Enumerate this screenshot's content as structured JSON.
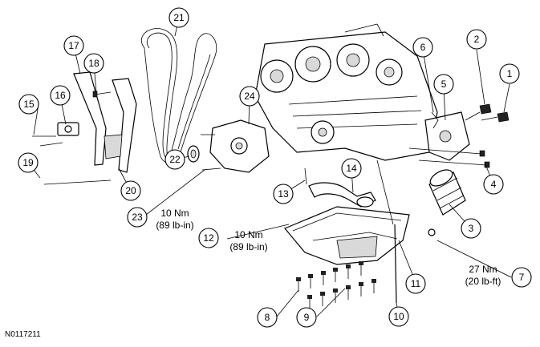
{
  "figure_id": "N0117211",
  "callouts": [
    {
      "number": "1"
    },
    {
      "number": "2"
    },
    {
      "number": "3"
    },
    {
      "number": "4"
    },
    {
      "number": "5"
    },
    {
      "number": "6"
    },
    {
      "number": "7"
    },
    {
      "number": "8"
    },
    {
      "number": "9"
    },
    {
      "number": "10"
    },
    {
      "number": "11"
    },
    {
      "number": "12"
    },
    {
      "number": "13"
    },
    {
      "number": "14"
    },
    {
      "number": "15"
    },
    {
      "number": "16"
    },
    {
      "number": "17"
    },
    {
      "number": "18"
    },
    {
      "number": "19"
    },
    {
      "number": "20"
    },
    {
      "number": "21"
    },
    {
      "number": "22"
    },
    {
      "number": "23"
    },
    {
      "number": "24"
    }
  ],
  "torque_specs": {
    "spec_23": {
      "line1": "10 Nm",
      "line2": "(89 lb-in)"
    },
    "spec_12": {
      "line1": "10 Nm",
      "line2": "(89 lb-in)"
    },
    "spec_7": {
      "line1": "27 Nm",
      "line2": "(20 lb-ft)"
    }
  }
}
